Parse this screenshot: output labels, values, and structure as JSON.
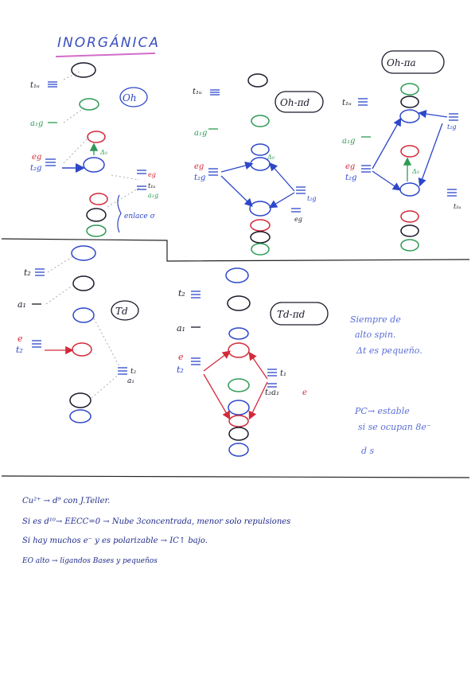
{
  "document": {
    "title": "INORGÁNICA",
    "colors": {
      "ink_blue": "#2d47c9",
      "ink_dark": "#1a1a2a",
      "ink_green": "#2e9a55",
      "ink_red": "#d22a3a",
      "ink_light_blue": "#5a6ed6"
    },
    "diagrams": {
      "oh": {
        "name": "Oh",
        "labels": {
          "t1u": "t₁ᵤ",
          "a1g": "a₁g",
          "eg": "eg",
          "t2g": "t₂g",
          "delta": "Δ₀"
        },
        "side_labels": [
          "eg",
          "t₁ᵤ",
          "a₁g"
        ],
        "bracket_label": "enlace σ"
      },
      "oh_pid": {
        "name": "Oh-πd",
        "labels": {
          "t1u": "t₁ᵤ",
          "a1g": "a₁g",
          "eg": "eg",
          "t2g": "t₂g",
          "delta": "Δ₀",
          "side_eg": "eg",
          "side_t2g": "t₂g"
        }
      },
      "oh_pia": {
        "name": "Oh-πa",
        "labels": {
          "t1u": "t₁ᵤ",
          "a1g": "a₁g",
          "eg": "eg",
          "t2g": "t₂g",
          "delta": "Δ₀",
          "side_t2g": "t₂g",
          "side_t1u": "t₁ᵤ"
        }
      },
      "td": {
        "name": "Td",
        "labels": {
          "t2": "t₂",
          "a1": "a₁",
          "e": "e",
          "t2b": "t₂",
          "side_t2": "t₂",
          "side_a1": "a₁"
        }
      },
      "td_pid": {
        "name": "Td-πd",
        "labels": {
          "t2": "t₂",
          "a1": "a₁",
          "e": "e",
          "t2b": "t₂",
          "side_t1": "t₁",
          "side_t2a1": "t₂a₁",
          "side_e": "e"
        }
      }
    },
    "side_notes": {
      "line1": "Siempre de",
      "line2": "alto spin.",
      "line3": "Δt es pequeño.",
      "line4": "PC→ estable",
      "line5": "si se ocupan 8e⁻",
      "line6": "d s"
    },
    "bottom_notes": [
      "Cu²⁺ → d⁹ con J.Teller.",
      "Si es d¹⁰→ EECC=0 → Nube 3concentrada, menor solo repulsiones",
      "Si hay muchos e⁻ y es polarizable → IC↑ bajo.",
      "EO alto → ligandos Bases y pequeños"
    ]
  }
}
